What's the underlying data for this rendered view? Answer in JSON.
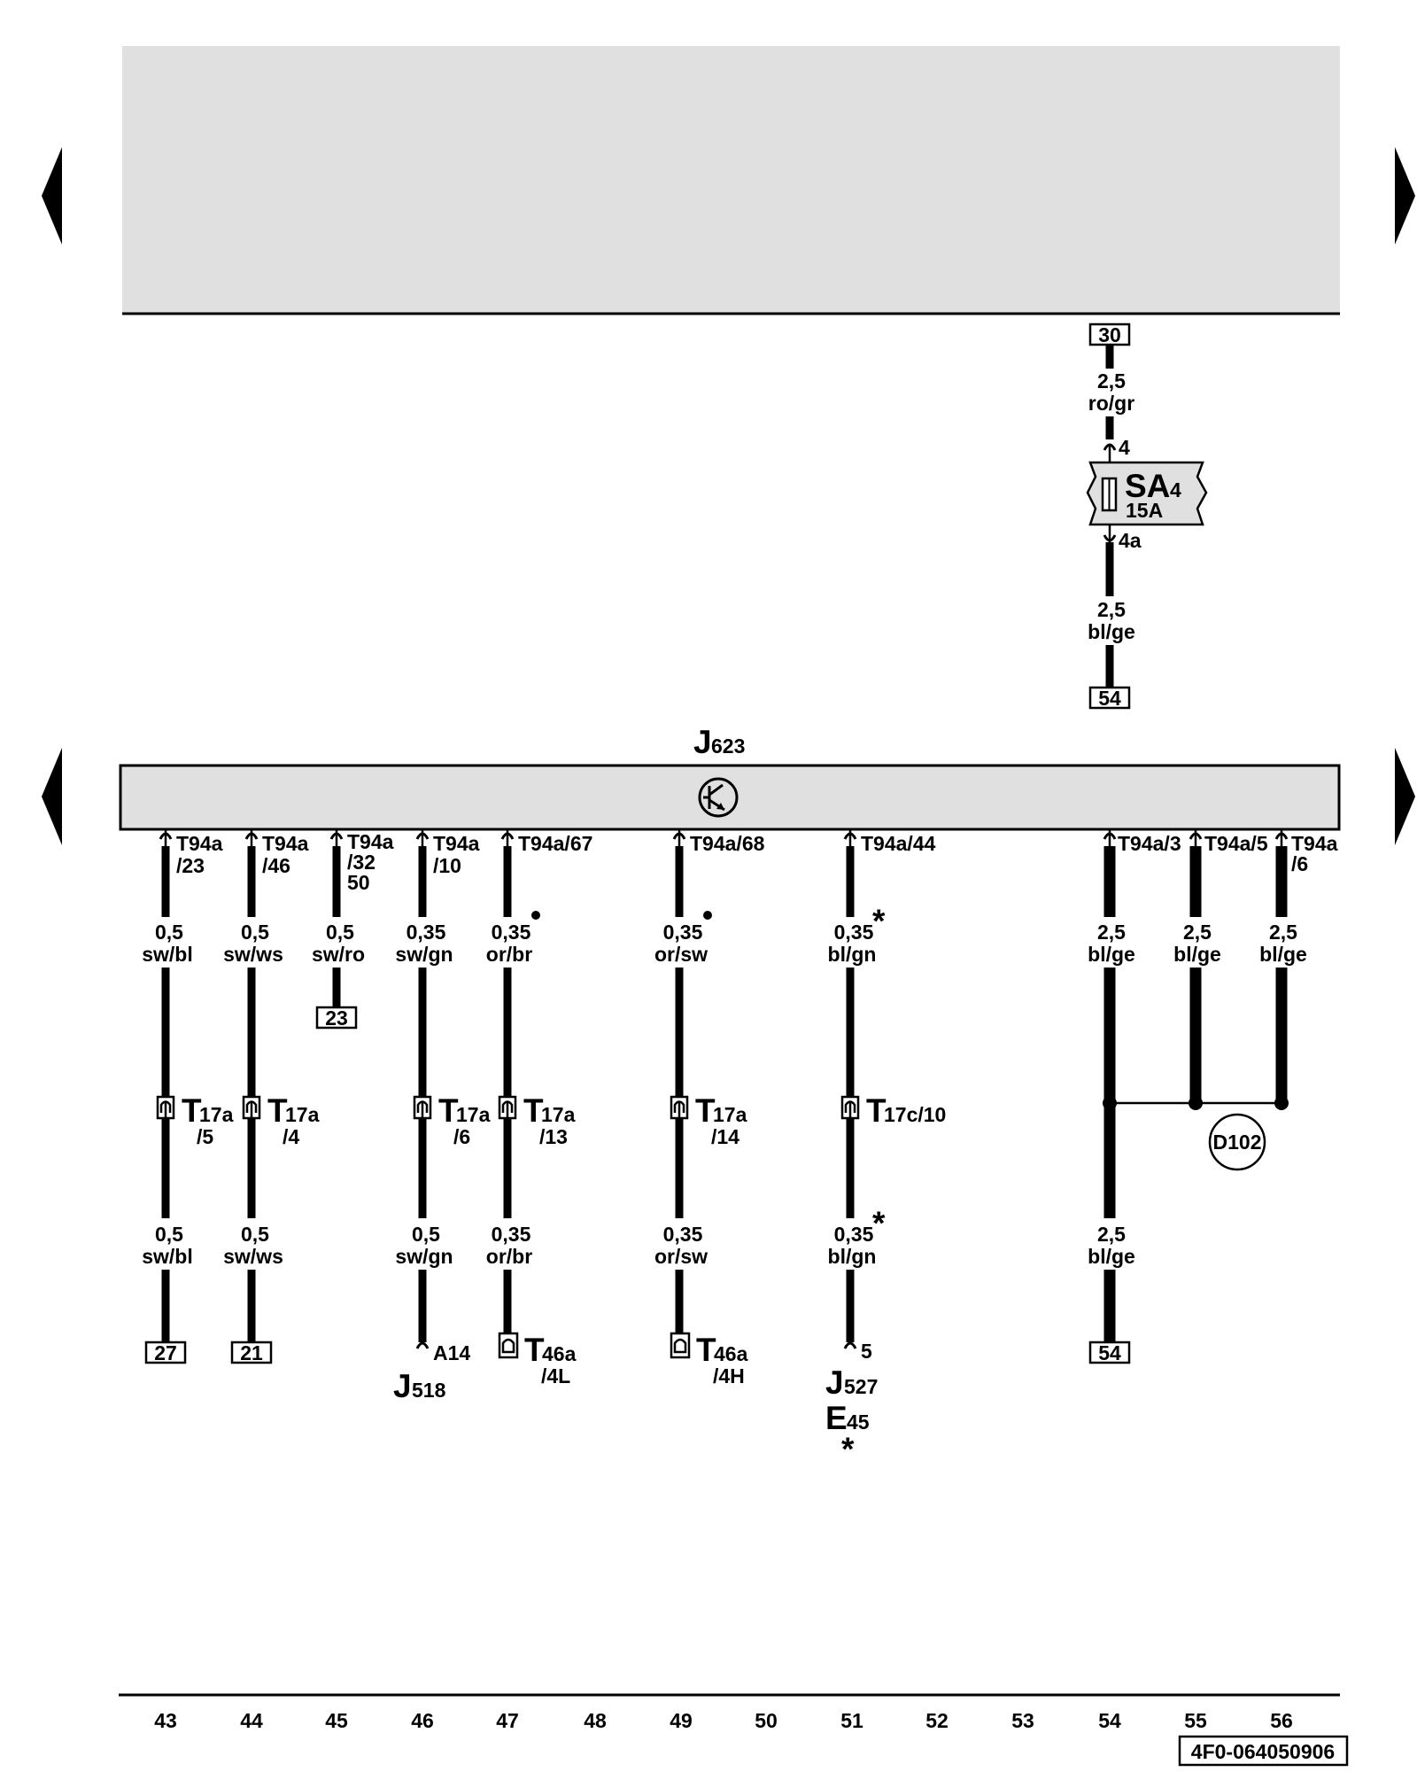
{
  "nav": {
    "arrow_prev": "previous-page",
    "arrow_next": "next-page"
  },
  "fuse": {
    "top_ref": "30",
    "top_wire_size": "2,5",
    "top_wire_color": "ro/gr",
    "pin_in": "4",
    "name": "SA",
    "index": "4",
    "rating": "15A",
    "pin_out": "4a",
    "bottom_wire_size": "2,5",
    "bottom_wire_color": "bl/ge",
    "bottom_ref": "54"
  },
  "module": {
    "name": "J",
    "index": "623"
  },
  "wires": {
    "c43": {
      "pin1": "T94a",
      "pin2": "/23",
      "size1": "0,5",
      "color1": "sw/bl",
      "conn": "T",
      "conn_sub": "17a",
      "conn_pin": "/5",
      "size2": "0,5",
      "color2": "sw/bl",
      "end_ref": "27"
    },
    "c44": {
      "pin1": "T94a",
      "pin2": "/46",
      "size1": "0,5",
      "color1": "sw/ws",
      "conn": "T",
      "conn_sub": "17a",
      "conn_pin": "/4",
      "size2": "0,5",
      "color2": "sw/ws",
      "end_ref": "21"
    },
    "c45": {
      "pin1": "T94a",
      "pin2": "/32",
      "pin3": "50",
      "size1": "0,5",
      "color1": "sw/ro",
      "end_ref": "23"
    },
    "c46": {
      "pin1": "T94a",
      "pin2": "/10",
      "size1": "0,35",
      "color1": "sw/gn",
      "conn": "T",
      "conn_sub": "17a",
      "conn_pin": "/6",
      "size2": "0,5",
      "color2": "sw/gn",
      "end_pin": "A14",
      "dest": "J",
      "dest_sub": "518"
    },
    "c47": {
      "pin1": "T94a/67",
      "size1": "0,35",
      "color1": "or/br",
      "conn": "T",
      "conn_sub": "17a",
      "conn_pin": "/13",
      "size2": "0,35",
      "color2": "or/br",
      "end_conn": "T",
      "end_conn_sub": "46a",
      "end_conn_pin": "/4L"
    },
    "c49": {
      "pin1": "T94a/68",
      "size1": "0,35",
      "color1": "or/sw",
      "conn": "T",
      "conn_sub": "17a",
      "conn_pin": "/14",
      "size2": "0,35",
      "color2": "or/sw",
      "end_conn": "T",
      "end_conn_sub": "46a",
      "end_conn_pin": "/4H"
    },
    "c51": {
      "pin1": "T94a/44",
      "size1": "0,35",
      "color1": "bl/gn",
      "conn": "T",
      "conn_sub": "17c/10",
      "size2": "0,35",
      "color2": "bl/gn",
      "end_pin": "5",
      "dest1": "J",
      "dest1_sub": "527",
      "dest2": "E",
      "dest2_sub": "45",
      "note": "*"
    },
    "c54": {
      "pin1": "T94a/3",
      "size1": "2,5",
      "color1": "bl/ge",
      "size2": "2,5",
      "color2": "bl/ge",
      "end_ref": "54"
    },
    "c55": {
      "pin1": "T94a/5",
      "size1": "2,5",
      "color1": "bl/ge"
    },
    "c56": {
      "pin1": "T94a",
      "pin2": "/6",
      "size1": "2,5",
      "color1": "bl/ge"
    }
  },
  "splice": {
    "name": "D102"
  },
  "columns": [
    "43",
    "44",
    "45",
    "46",
    "47",
    "48",
    "49",
    "50",
    "51",
    "52",
    "53",
    "54",
    "55",
    "56"
  ],
  "doc_id": "4F0-064050906"
}
